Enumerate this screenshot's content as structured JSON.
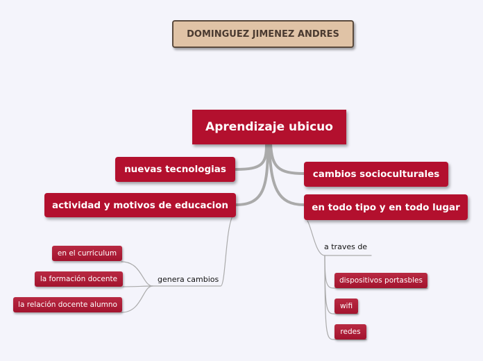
{
  "map": {
    "author": "DOMINGUEZ JIMENEZ ANDRES",
    "central": "Aprendizaje ubicuo",
    "left_branches": [
      "nuevas tecnologias",
      "actividad y motivos de educacion"
    ],
    "right_branches": [
      "cambios socioculturales",
      "en todo tipo y en todo lugar"
    ],
    "left_connector": "genera cambios",
    "left_leaves": [
      "en el curriculum",
      "la formación docente",
      "la relación docente alumno"
    ],
    "right_connector": "a traves de",
    "right_leaves": [
      "dispositivos portasbles",
      "wifi",
      "redes"
    ]
  },
  "colors": {
    "node_red": "#b3102e",
    "title_fill": "#e0c3a6",
    "connector_gray": "#aaaaaa"
  }
}
